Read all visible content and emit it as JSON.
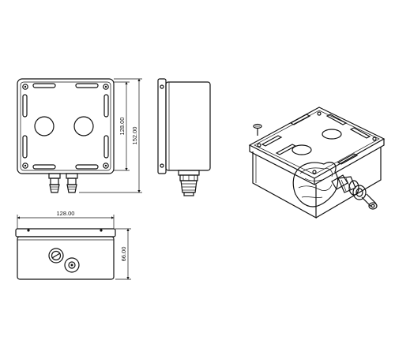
{
  "dimensions": {
    "top_inner_height": "128.00",
    "top_outer_height": "152.00",
    "front_width": "128.00",
    "front_height": "66.00"
  }
}
